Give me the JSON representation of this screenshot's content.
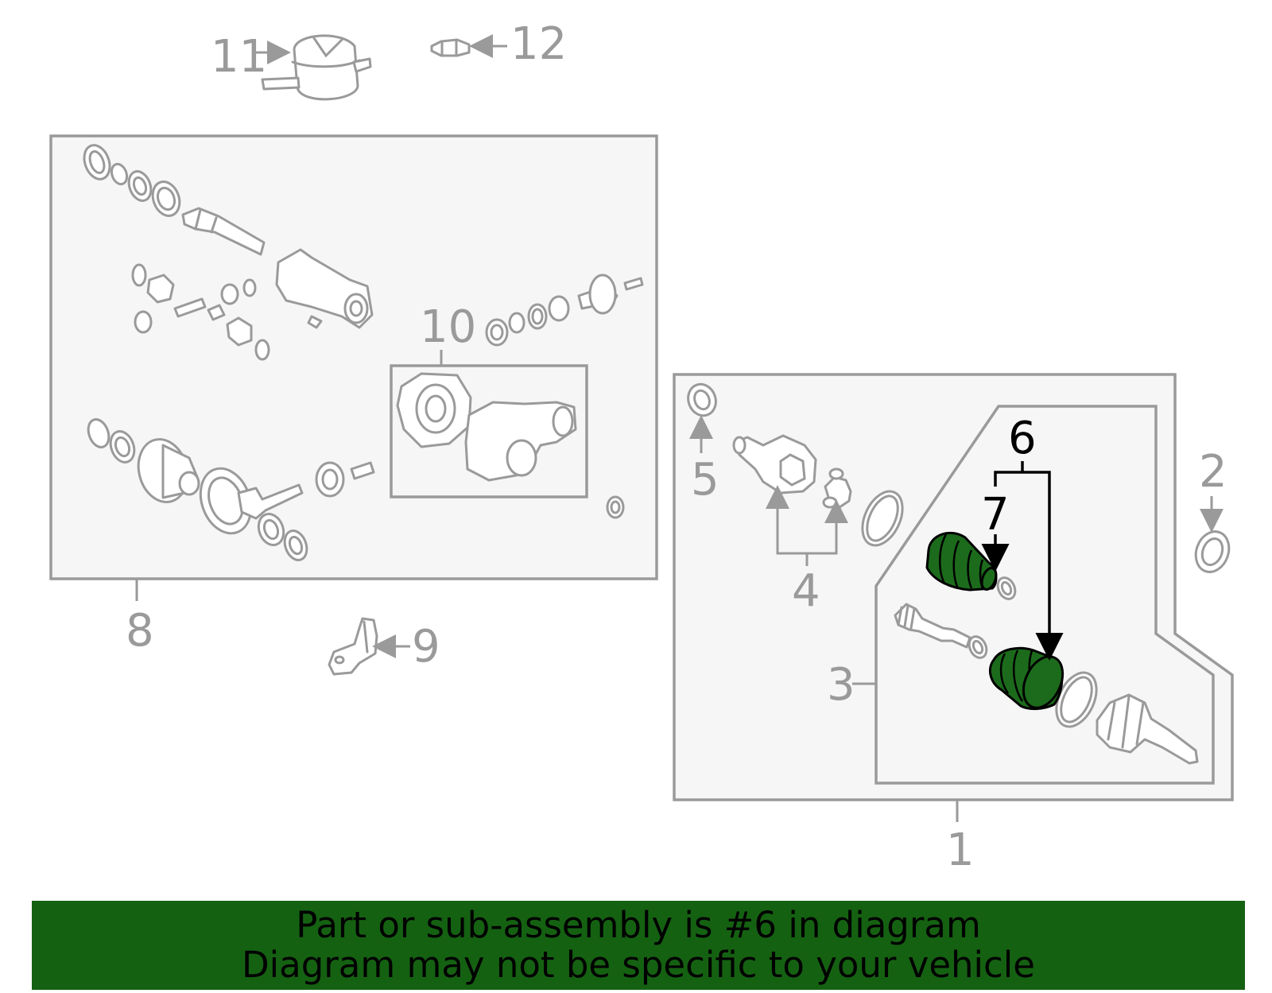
{
  "callouts": {
    "c1": "1",
    "c2": "2",
    "c3": "3",
    "c4": "4",
    "c5": "5",
    "c6": "6",
    "c7": "7",
    "c8": "8",
    "c9": "9",
    "c10": "10",
    "c11": "11",
    "c12": "12"
  },
  "highlight": {
    "part_number": "6",
    "fill_color": "#1c6b1c"
  },
  "banner": {
    "line1": "Part or sub-assembly is #6 in diagram",
    "line2": "Diagram may not be specific to your vehicle",
    "background_color": "#156112"
  }
}
